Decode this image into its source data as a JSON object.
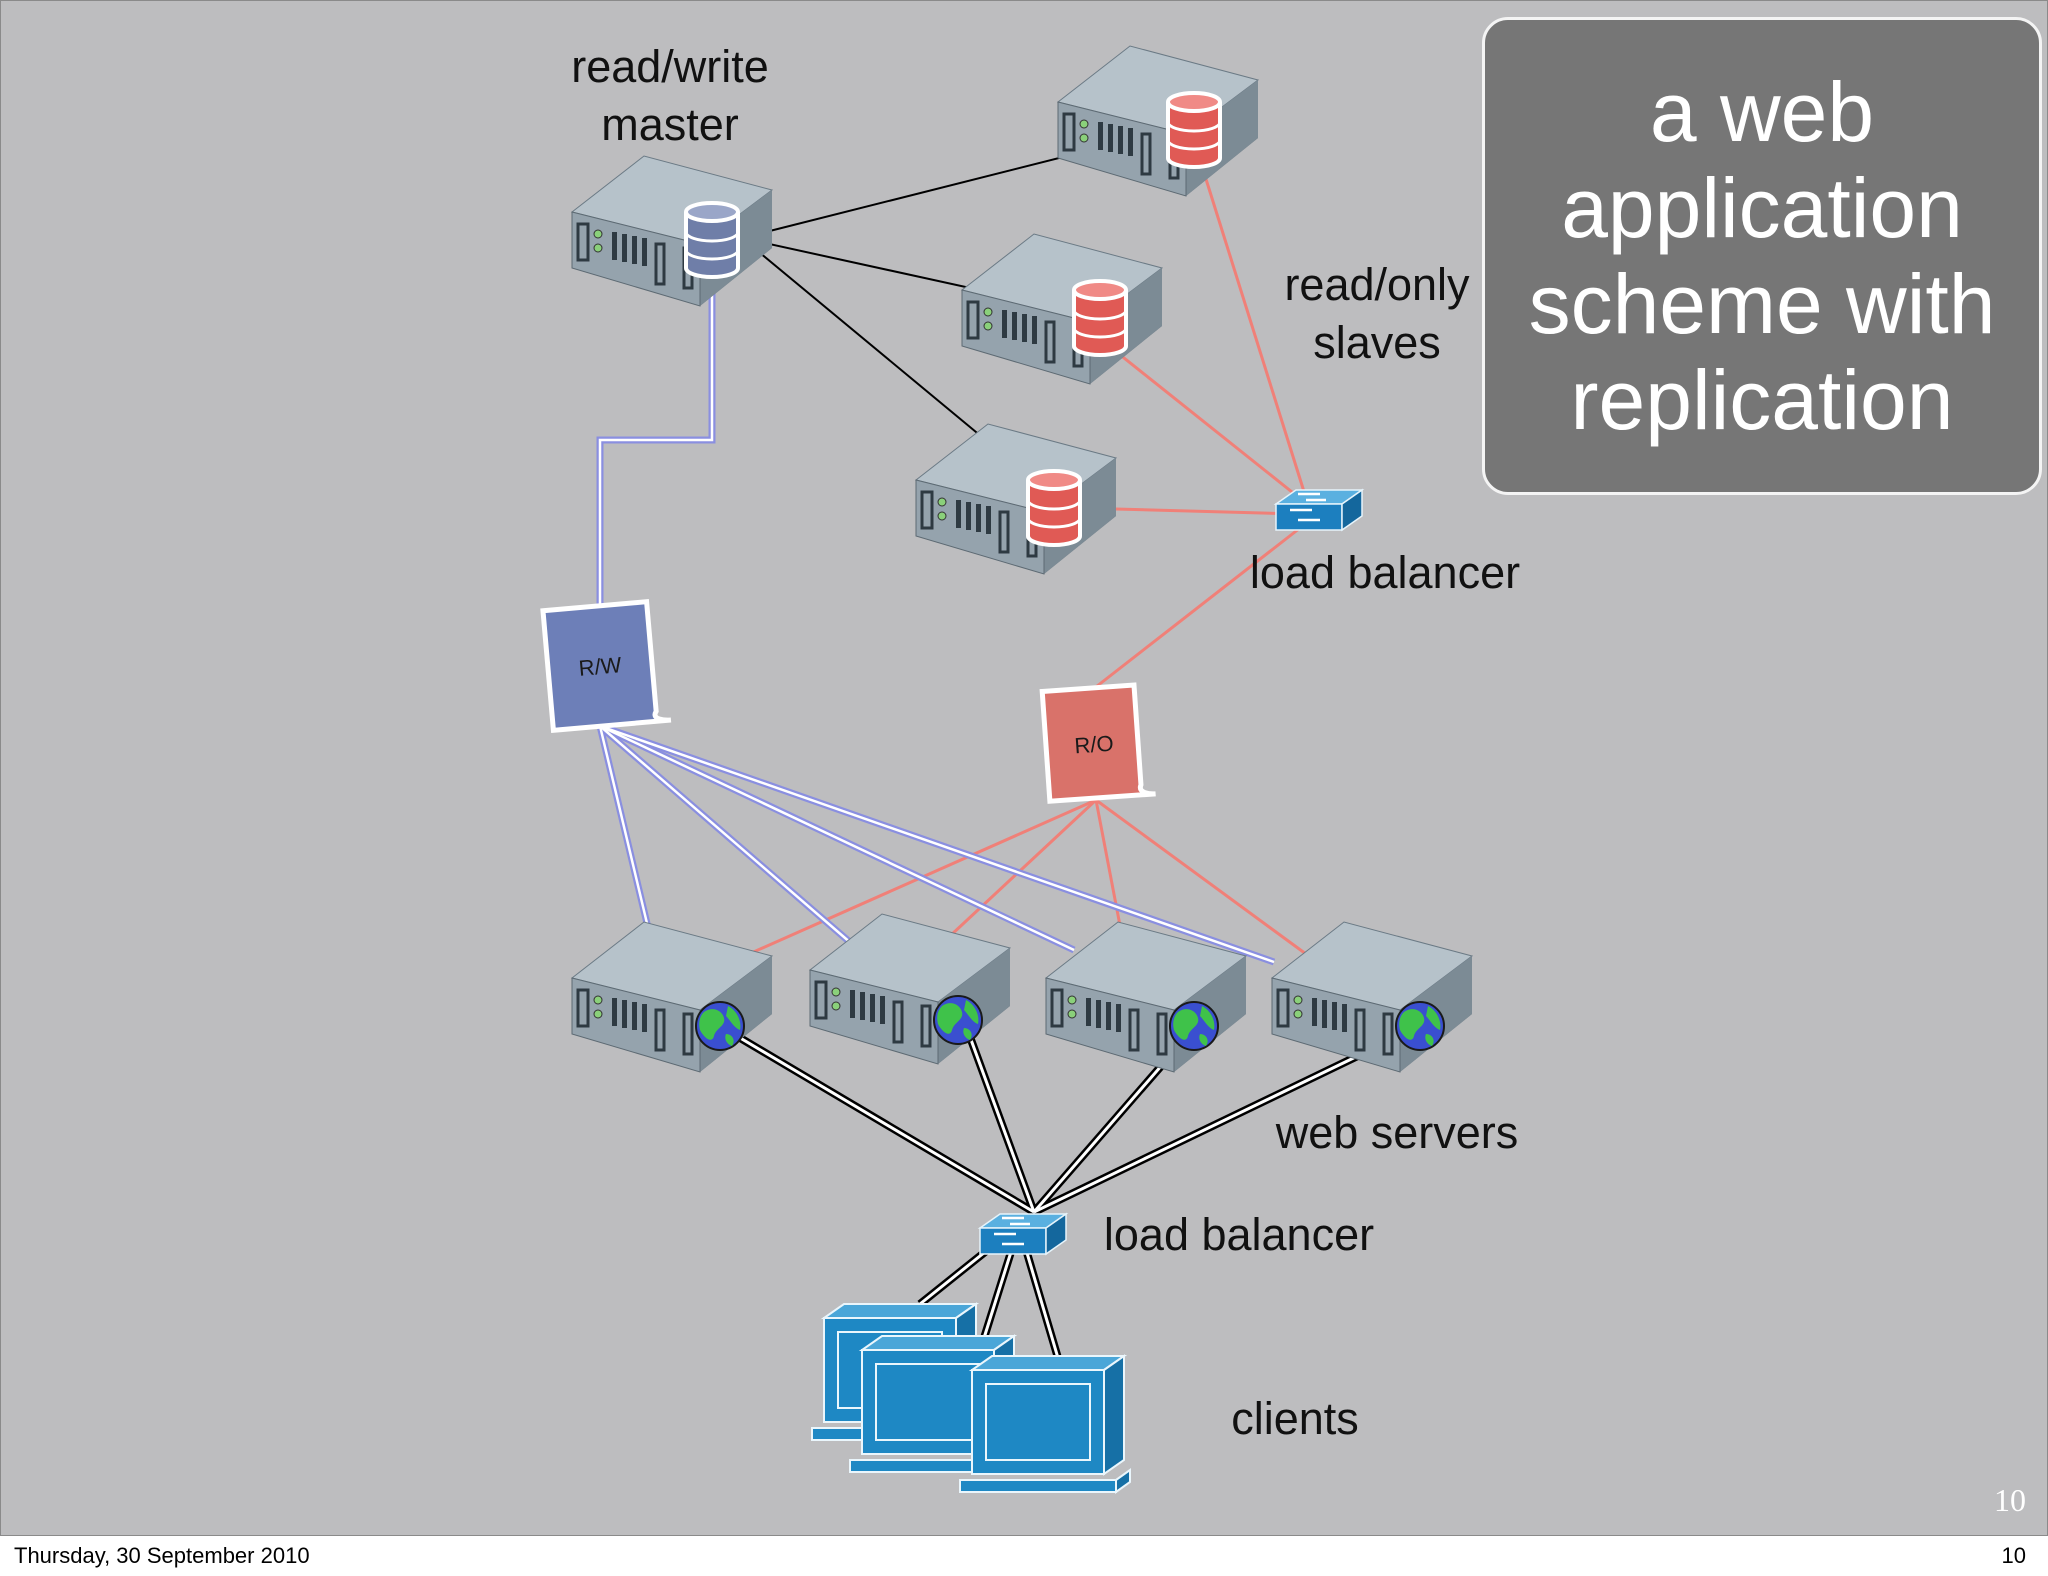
{
  "labels": {
    "master": "read/write\nmaster",
    "slaves": "read/only\nslaves",
    "lb_top": "load balancer",
    "web_servers": "web servers",
    "lb_bottom": "load balancer",
    "clients": "clients"
  },
  "tags": {
    "rw": "R/W",
    "ro": "R/O"
  },
  "title": "a web\napplication\nscheme with\nreplication",
  "slide_number": "10",
  "footer": {
    "date": "Thursday, 30 September 2010",
    "page": "10"
  },
  "colors": {
    "slide_bg": "#bdbdbf",
    "title_box": "#767676",
    "rw_link": "#8a8fe0",
    "ro_link": "#f08078",
    "master_db": "#7a86b0",
    "slave_db": "#e05a55",
    "switch": "#1e88c4",
    "client": "#1e88c4"
  }
}
